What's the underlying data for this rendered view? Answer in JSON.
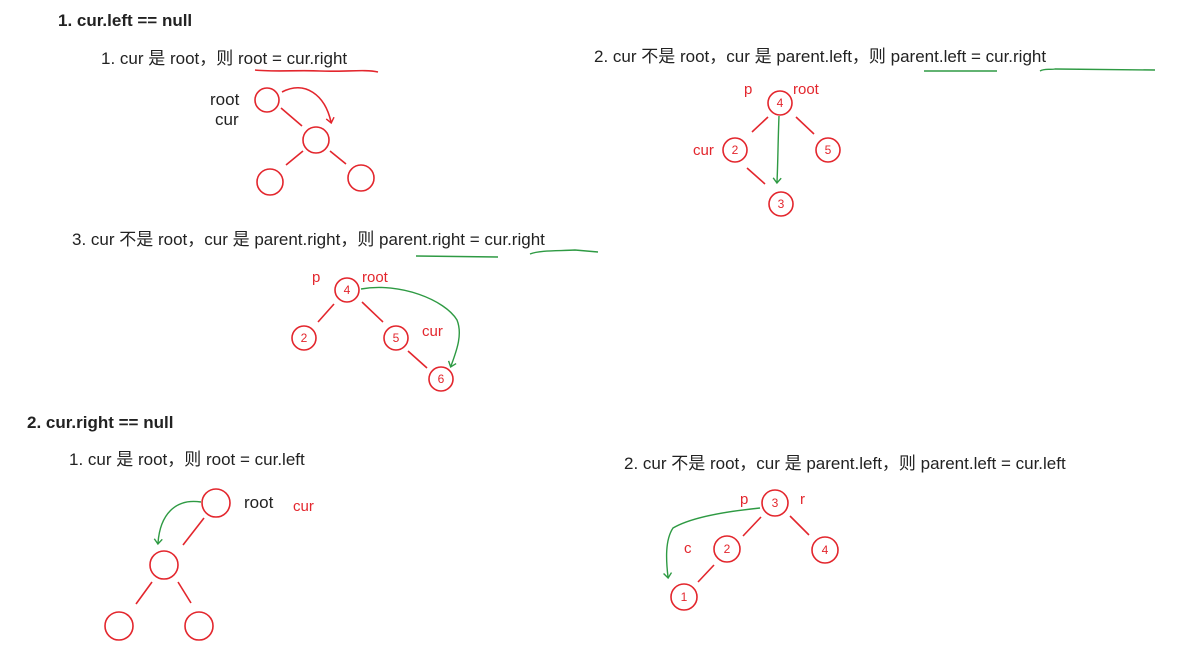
{
  "colors": {
    "red": "#e3262d",
    "green": "#2e9a43",
    "text": "#222222"
  },
  "case1": {
    "title": "1. cur.left == null",
    "sub1": "1. cur 是 root，则 root = cur.right",
    "sub2": "2. cur 不是 root，cur 是 parent.left，则 parent.left = cur.right",
    "sub3": "3. cur 不是 root，cur 是 parent.right，则 parent.right = cur.right",
    "d1": {
      "label_root": "root",
      "label_cur": "cur"
    },
    "d2": {
      "label_p": "p",
      "label_root": "root",
      "label_cur": "cur",
      "n_root": "4",
      "n_left": "2",
      "n_right": "5",
      "n_child": "3"
    },
    "d3": {
      "label_p": "p",
      "label_root": "root",
      "label_cur": "cur",
      "n_root": "4",
      "n_left": "2",
      "n_right": "5",
      "n_child": "6"
    }
  },
  "case2": {
    "title": "2. cur.right == null",
    "sub1": "1. cur 是 root，则 root = cur.left",
    "sub2": "2. cur 不是 root，cur 是 parent.left，则 parent.left = cur.left",
    "d1": {
      "label_root": "root",
      "label_cur": "cur"
    },
    "d2": {
      "label_p": "p",
      "label_r": "r",
      "label_c": "c",
      "n_root": "3",
      "n_left": "2",
      "n_right": "4",
      "n_child": "1"
    }
  }
}
